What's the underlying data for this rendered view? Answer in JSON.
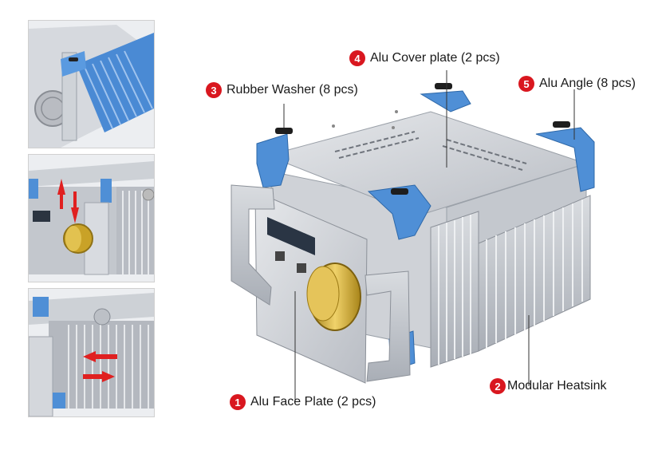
{
  "callouts": [
    {
      "num": "1",
      "label": "Alu Face Plate (2 pcs)"
    },
    {
      "num": "2",
      "label": "Modular Heatsink"
    },
    {
      "num": "3",
      "label": "Rubber Washer (8 pcs)"
    },
    {
      "num": "4",
      "label": "Alu Cover plate (2 pcs)"
    },
    {
      "num": "5",
      "label": "Alu Angle (8 pcs)"
    }
  ],
  "colors": {
    "badge": "#d9171f",
    "accent_blue": "#4f8fd6",
    "aluminum": "#c9ccd1",
    "gold": "#c9a227",
    "arrow": "#e02020"
  }
}
